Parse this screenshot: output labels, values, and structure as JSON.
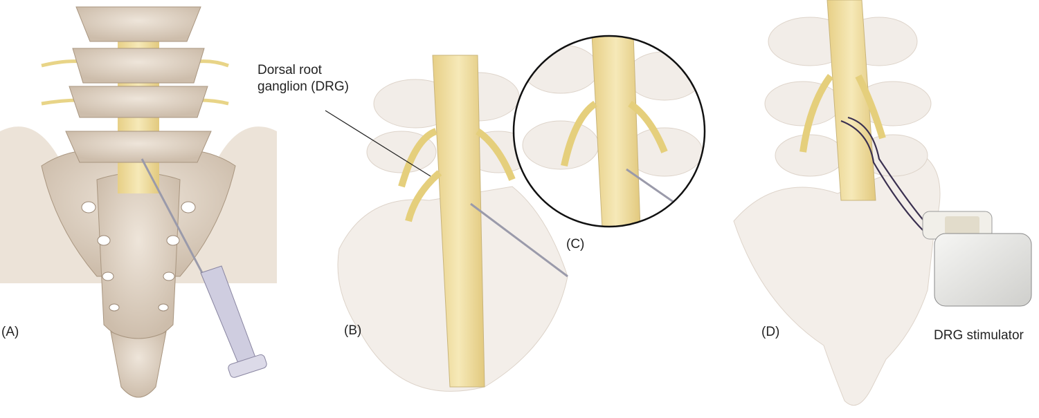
{
  "panels": {
    "a": {
      "label": "(A)"
    },
    "b": {
      "label": "(B)",
      "callout_line1": "Dorsal root",
      "callout_line2": "ganglion (DRG)"
    },
    "c": {
      "label": "(C)"
    },
    "d": {
      "label": "(D)",
      "device_label": "DRG stimulator"
    }
  },
  "colors": {
    "bone": "#e6dcd0",
    "bone_shadow": "#c9b9a6",
    "nerve": "#f3e2a6",
    "cord": "#f0df9c",
    "ghost_bone": "#f2ede8",
    "device": "#e4e4e2",
    "needle": "#b8b6cc",
    "lead": "#3a3050"
  }
}
